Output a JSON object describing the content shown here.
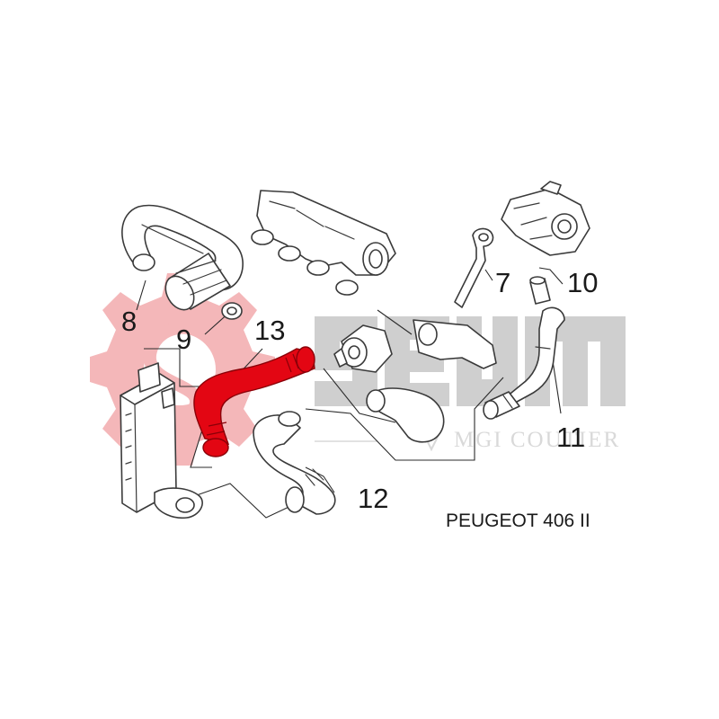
{
  "watermark": {
    "brand_text": "MGI COUTIER",
    "color_gear": "#f4b7b9",
    "color_letters": "#cfcfcf"
  },
  "highlight_color": "#e30613",
  "callouts": {
    "c7": "7",
    "c8": "8",
    "c9": "9",
    "c10": "10",
    "c11": "11",
    "c12": "12",
    "c13": "13"
  },
  "caption": "PEUGEOT 406 II"
}
